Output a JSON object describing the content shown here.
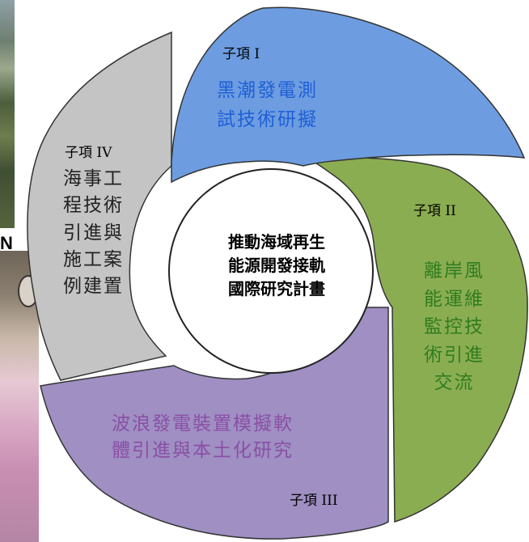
{
  "background_fragment": "N",
  "segments": [
    {
      "subtitle": "子項 I",
      "title": "黑潮發電測\n試技術研擬",
      "fill": "#6d9de0",
      "text_color": "#1f5fd6"
    },
    {
      "subtitle": "子項 II",
      "title": "離岸風\n能運維\n監控技\n術引進\n交流",
      "fill": "#8bad52",
      "text_color": "#2f7d1f"
    },
    {
      "subtitle": "子項 III",
      "title": "波浪發電裝置模擬軟\n體引進與本土化研究",
      "fill": "#9f8fc2",
      "text_color": "#8a4fa6"
    },
    {
      "subtitle": "子項 IV",
      "title": "海事工\n程技術\n引進與\n施工案\n例建置",
      "fill": "#c4c4c4",
      "text_color": "#222222"
    }
  ],
  "center": {
    "text": "推動海域再生\n能源開發接軌\n國際研究計畫"
  }
}
